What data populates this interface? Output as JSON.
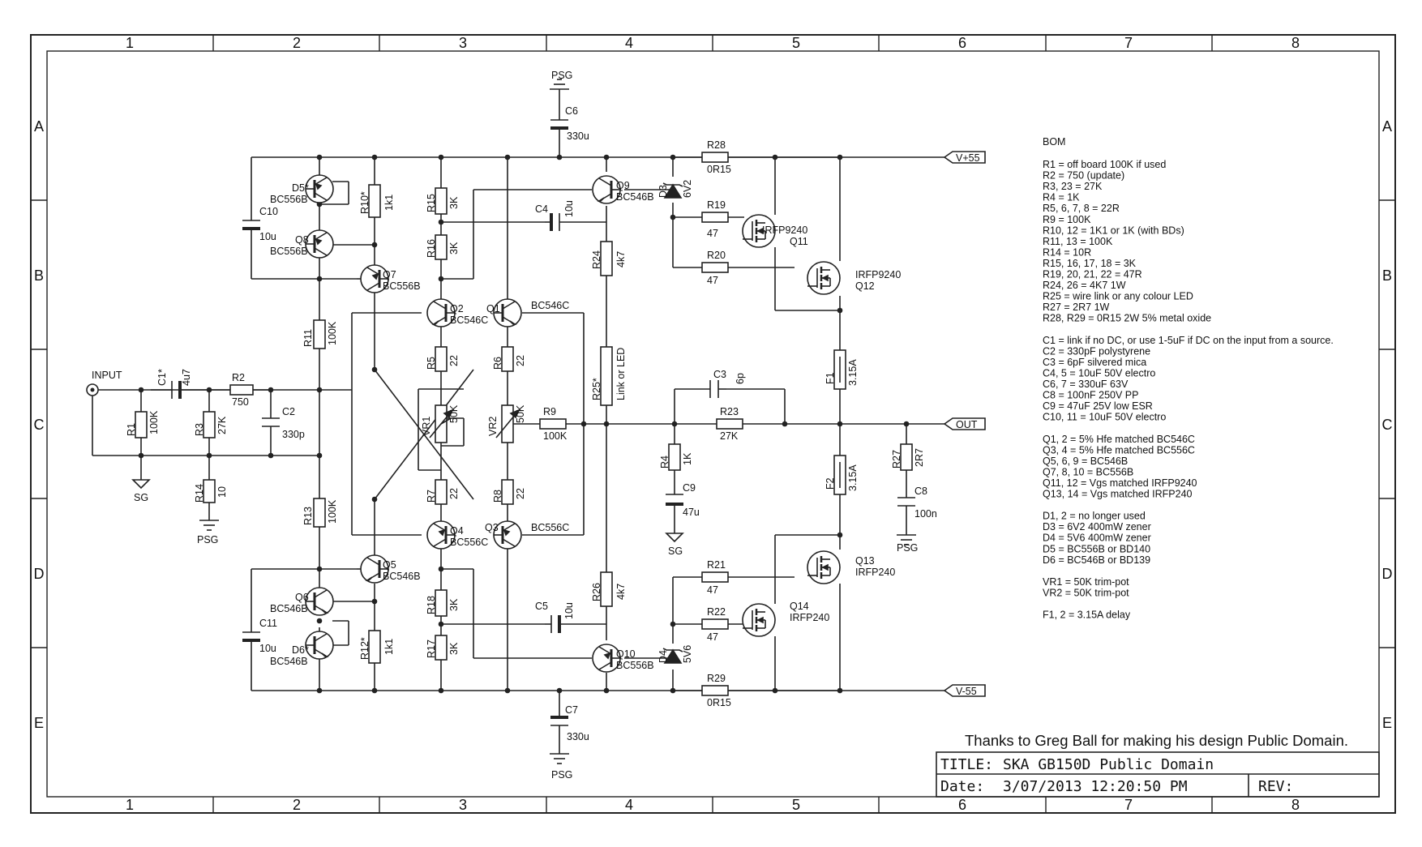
{
  "frame": {
    "columns": [
      "1",
      "2",
      "3",
      "4",
      "5",
      "6",
      "7",
      "8"
    ],
    "rows": [
      "A",
      "B",
      "C",
      "D",
      "E"
    ]
  },
  "title_block": {
    "thanks": "Thanks to Greg Ball for making his design Public Domain.",
    "title_label": "TITLE:",
    "title_value": "SKA GB150D Public Domain",
    "date_label": "Date:",
    "date_value": "3/07/2013 12:20:50 PM",
    "rev_label": "REV:"
  },
  "nets": {
    "vplus": "V+55",
    "vminus": "V-55",
    "out": "OUT",
    "input": "INPUT",
    "psg": "PSG",
    "sg": "SG"
  },
  "parts": {
    "C6": "C6",
    "C6v": "330u",
    "C7": "C7",
    "C7v": "330u",
    "C10": "C10",
    "C10v": "10u",
    "C11": "C11",
    "C11v": "10u",
    "C4": "C4",
    "C4v": "10u",
    "C5": "C5",
    "C5v": "10u",
    "C1": "C1*",
    "C1v": "4u7",
    "C2": "C2",
    "C2v": "330p",
    "C3": "C3",
    "C3v": "6p",
    "C8": "C8",
    "C8v": "100n",
    "C9": "C9",
    "C9v": "47u",
    "R1": "R1",
    "R1v": "100K",
    "R2": "R2",
    "R2v": "750",
    "R3": "R3",
    "R3v": "27K",
    "R4": "R4",
    "R4v": "1K",
    "R5": "R5",
    "R5v": "22",
    "R6": "R6",
    "R6v": "22",
    "R7": "R7",
    "R7v": "22",
    "R8": "R8",
    "R8v": "22",
    "R9": "R9",
    "R9v": "100K",
    "R10": "R10*",
    "R10v": "1k1",
    "R11": "R11",
    "R11v": "100K",
    "R12": "R12*",
    "R12v": "1k1",
    "R13": "R13",
    "R13v": "100K",
    "R14": "R14",
    "R14v": "10",
    "R15": "R15",
    "R15v": "3K",
    "R16": "R16",
    "R16v": "3K",
    "R17": "R17",
    "R17v": "3K",
    "R18": "R18",
    "R18v": "3K",
    "R19": "R19",
    "R19v": "47",
    "R20": "R20",
    "R20v": "47",
    "R21": "R21",
    "R21v": "47",
    "R22": "R22",
    "R22v": "47",
    "R23": "R23",
    "R23v": "27K",
    "R24": "R24",
    "R24v": "4k7",
    "R25": "R25*",
    "R25v": "Link or LED",
    "R26": "R26",
    "R26v": "4k7",
    "R27": "R27",
    "R27v": "2R7",
    "R28": "R28",
    "R28v": "0R15",
    "R29": "R29",
    "R29v": "0R15",
    "VR1": "VR1",
    "VR1v": "50K",
    "VR2": "VR2",
    "VR2v": "50K",
    "F1": "F1",
    "F1v": "3.15A",
    "F2": "F2",
    "F2v": "3.15A",
    "D3": "D3",
    "D3v": "6V2",
    "D4": "D4",
    "D4v": "5V6",
    "D5": "D5*",
    "D5v": "BC556B",
    "D6": "D6*",
    "D6v": "BC546B",
    "Q1": "Q1",
    "Q1v": "BC546C",
    "Q2": "Q2",
    "Q2v": "BC546C",
    "Q3": "Q3",
    "Q3v": "BC556C",
    "Q4": "Q4",
    "Q4v": "BC556C",
    "Q5": "Q5",
    "Q5v": "BC546B",
    "Q6": "Q6",
    "Q6v": "BC546B",
    "Q7": "Q7",
    "Q7v": "BC556B",
    "Q8": "Q8",
    "Q8v": "BC556B",
    "Q9": "Q9",
    "Q9v": "BC546B",
    "Q10": "Q10",
    "Q10v": "BC556B",
    "Q11": "Q11",
    "Q11v": "IRFP9240",
    "Q12": "Q12",
    "Q12v": "IRFP9240",
    "Q13": "Q13",
    "Q13v": "IRFP240",
    "Q14": "Q14",
    "Q14v": "IRFP240"
  },
  "bom": {
    "title": "BOM",
    "lines": [
      "R1 = off board 100K if used",
      "R2 = 750  (update)",
      "R3, 23 = 27K",
      "R4 = 1K",
      "R5, 6, 7, 8 = 22R",
      "R9 = 100K",
      "R10, 12 = 1K1 or 1K (with BDs)",
      "R11, 13 = 100K",
      "R14 = 10R",
      "R15, 16, 17, 18 = 3K",
      "R19, 20, 21, 22 = 47R",
      "R24, 26 = 4K7 1W",
      "R25 = wire link or any colour LED",
      "R27 = 2R7 1W",
      "R28, R29 = 0R15 2W 5% metal oxide",
      "",
      "C1 = link if no DC, or use 1-5uF if DC on the input from a source.",
      "C2 = 330pF polystyrene",
      "C3 = 6pF silvered mica",
      "C4, 5 = 10uF 50V electro",
      "C6, 7 = 330uF 63V",
      "C8 = 100nF 250V PP",
      "C9 = 47uF 25V low ESR",
      "C10, 11 = 10uF 50V electro",
      "",
      "Q1, 2 = 5% Hfe matched BC546C",
      "Q3, 4 = 5% Hfe matched BC556C",
      "Q5, 6, 9 = BC546B",
      "Q7, 8, 10 = BC556B",
      "Q11, 12 = Vgs matched IRFP9240",
      "Q13, 14 = Vgs matched IRFP240",
      "",
      "D1, 2 = no longer used",
      "D3 = 6V2 400mW zener",
      "D4 = 5V6 400mW zener",
      "D5 = BC556B or BD140",
      "D6 = BC546B or BD139",
      "",
      "VR1 = 50K trim-pot",
      "VR2 = 50K trim-pot",
      "",
      "F1, 2 = 3.15A delay"
    ]
  }
}
